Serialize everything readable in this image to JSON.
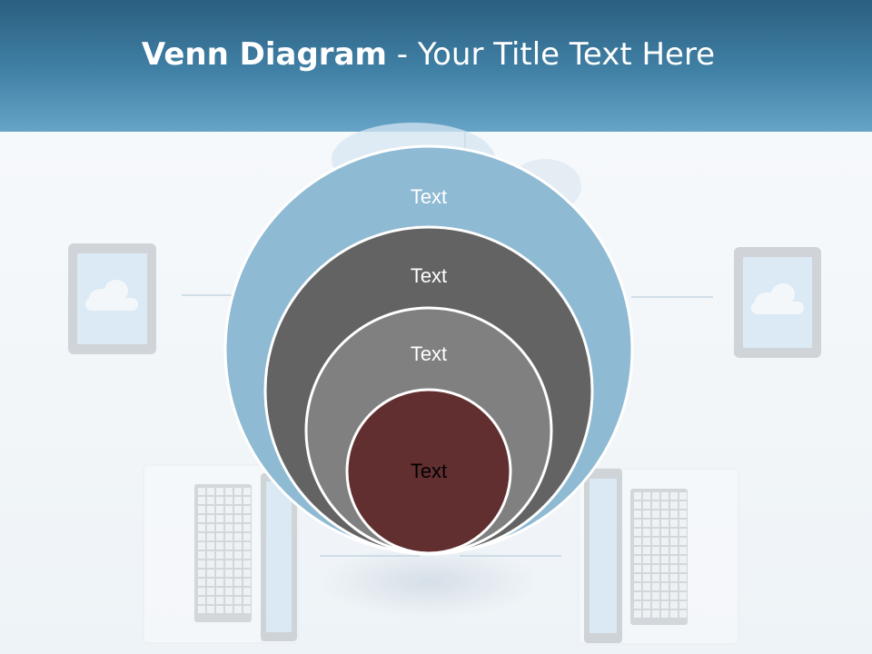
{
  "slide": {
    "title_bold": "Venn Diagram",
    "title_rest": " - Your Title Text Here"
  },
  "diagram": {
    "type": "nested-circles",
    "circles": [
      {
        "label": "Text",
        "color": "#8fbad3"
      },
      {
        "label": "Text",
        "color": "#636363"
      },
      {
        "label": "Text",
        "color": "#808080"
      },
      {
        "label": "Text",
        "color": "#622f30"
      }
    ]
  },
  "colors": {
    "header_top": "#2a5f80",
    "header_bottom": "#66a3c7",
    "background": "#f3f7fa"
  }
}
